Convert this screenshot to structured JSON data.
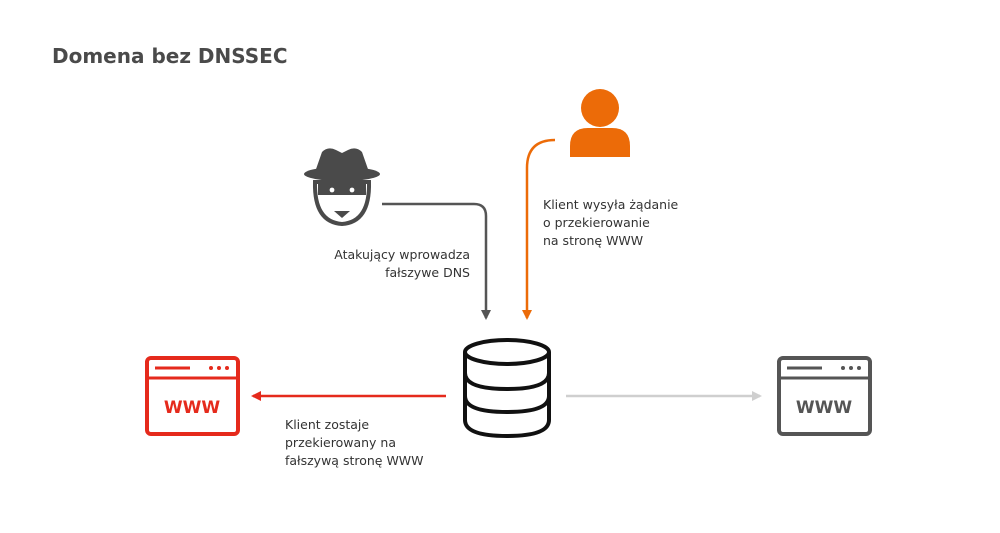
{
  "title": "Domena bez DNSSEC",
  "captions": {
    "attacker": [
      "Atakujący wprowadza",
      "fałszywe DNS"
    ],
    "client": [
      "Klient wysyła żądanie",
      "o przekierowanie",
      "na stronę WWW"
    ],
    "redirect": [
      "Klient zostaje",
      "przekierowany na",
      "fałszywą stronę WWW"
    ]
  },
  "browser_fake": {
    "text": "WWW"
  },
  "browser_real": {
    "text": "WWW"
  },
  "icons": {
    "attacker": "spy-icon",
    "client": "user-icon",
    "dns_server": "database-icon",
    "fake_site": "browser-window-icon",
    "real_site": "browser-window-icon"
  },
  "colors": {
    "title": "#4a4a4a",
    "dark": "#333333",
    "orange": "#ec6b08",
    "red": "#e52a1c",
    "gray": "#555555",
    "light_gray": "#cfcfcf"
  }
}
